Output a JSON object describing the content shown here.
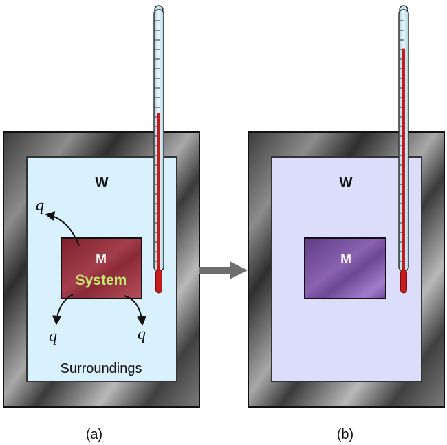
{
  "panels": [
    {
      "id": "a",
      "caption": "(a)",
      "water_label": "W",
      "metal_label": "M",
      "system_label": "System",
      "surroundings_label": "Surroundings",
      "heat_labels": [
        "q",
        "q",
        "q"
      ],
      "thermometer_fill": 0.62
    },
    {
      "id": "b",
      "caption": "(b)",
      "water_label": "W",
      "metal_label": "M",
      "thermometer_fill": 0.87
    }
  ],
  "colors": {
    "water_a": "#d8f1fd",
    "water_b": "#dcdcfb",
    "metal_a": "#9b2f3e",
    "metal_b": "#7a509e",
    "system_text": "#c6ea6e",
    "mercury": "#c41c1c",
    "tube": "#cfe9f5",
    "arrow": "#6e6e6e"
  }
}
